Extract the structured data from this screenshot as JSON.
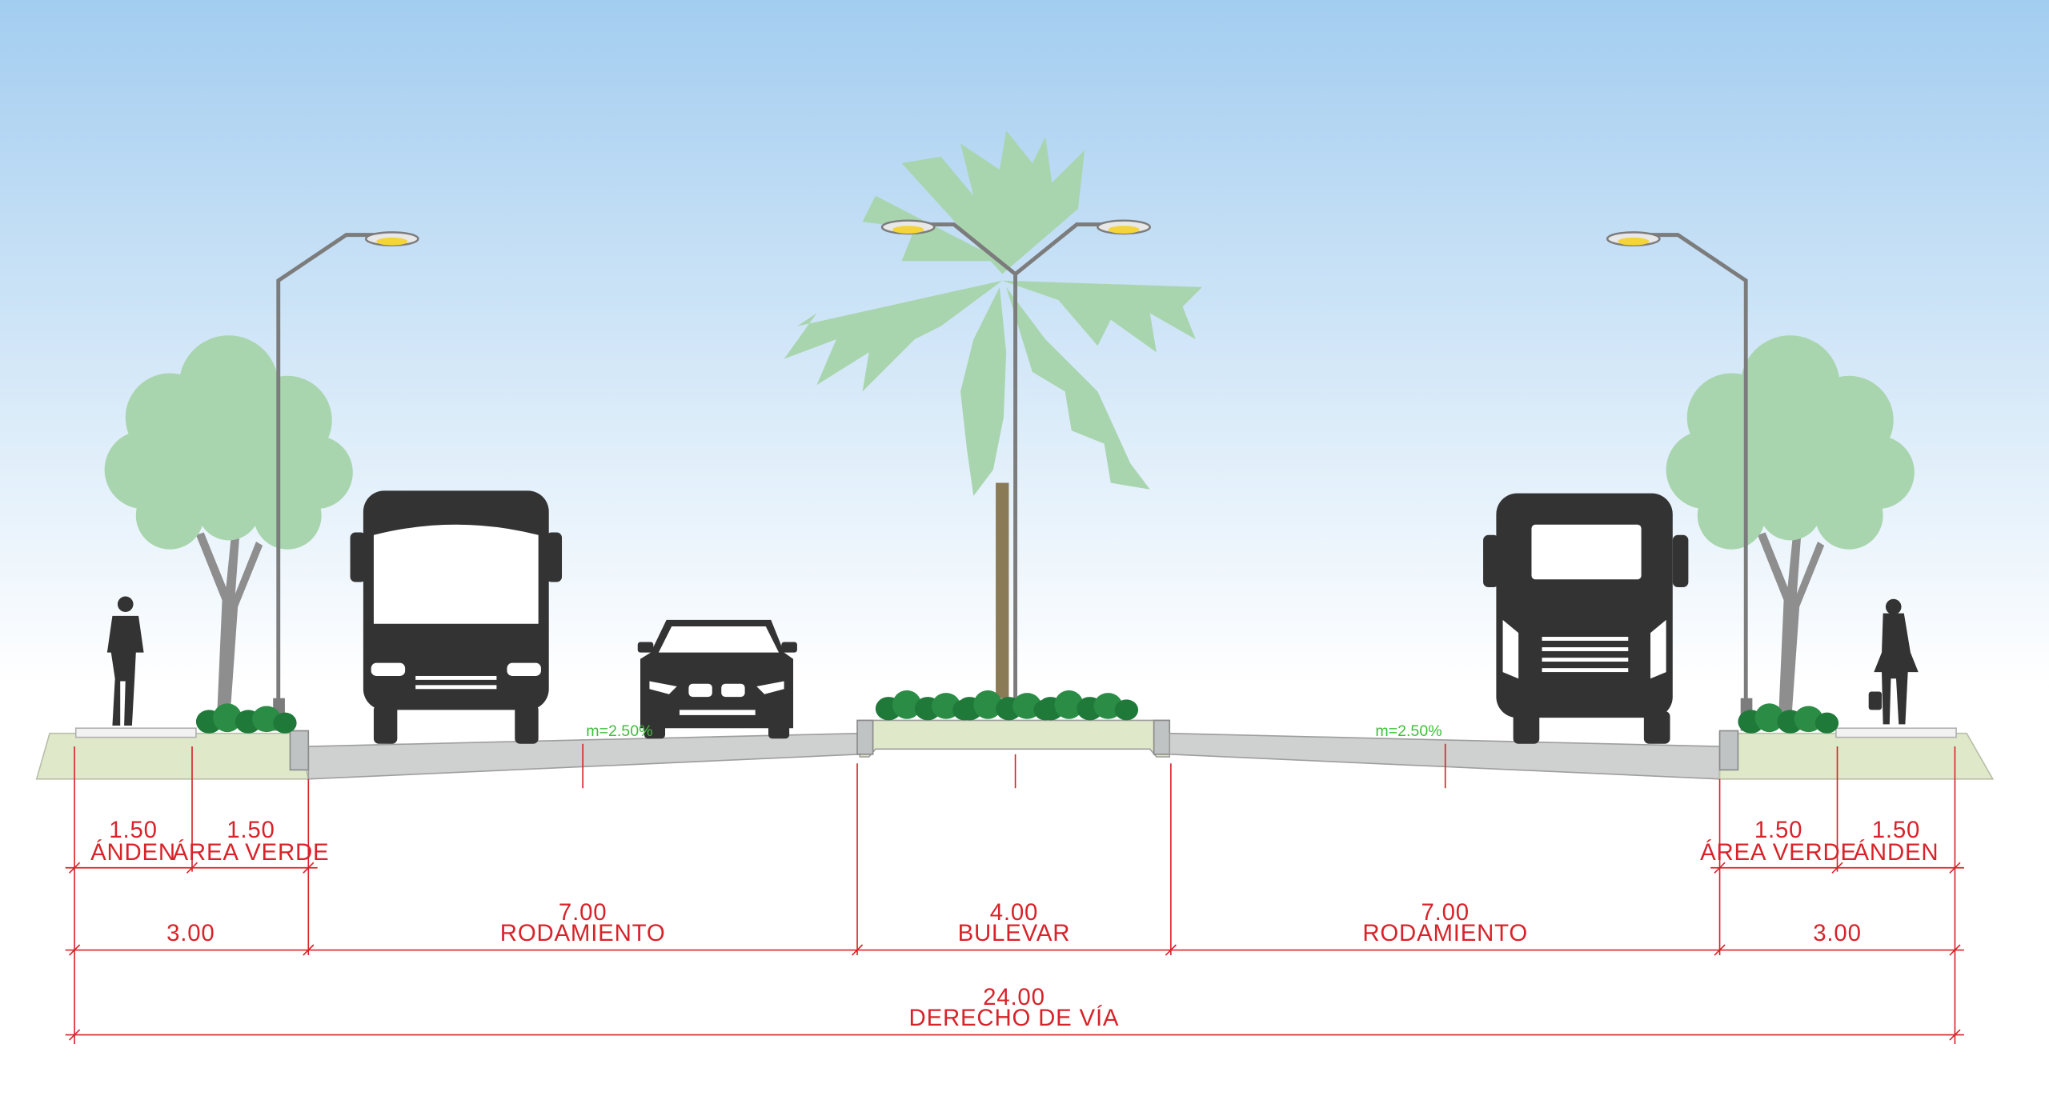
{
  "colors": {
    "sky_top": "#a3cdf0",
    "sky_bottom": "#ffffff",
    "vegetation": "#a8d5ae",
    "ground": "#dfe9c9",
    "asphalt": "#cfd0d0",
    "vehicle": "#333333",
    "dimension": "#d8232a",
    "slope": "#3fbf3a",
    "hedge": "#1f7a3a"
  },
  "slope_left": "m=2.50%",
  "slope_right": "m=2.50%",
  "dimensions": {
    "anden_left": {
      "value": "1.50",
      "label": "ÁNDEN"
    },
    "verde_left": {
      "value": "1.50",
      "label": "ÁREA VERDE"
    },
    "verde_right": {
      "value": "1.50",
      "label": "ÁREA VERDE"
    },
    "anden_right": {
      "value": "1.50",
      "label": "ÁNDEN"
    },
    "side_left": {
      "value": "3.00"
    },
    "rod_left": {
      "value": "7.00",
      "label": "RODAMIENTO"
    },
    "bulevar": {
      "value": "4.00",
      "label": "BULEVAR"
    },
    "rod_right": {
      "value": "7.00",
      "label": "RODAMIENTO"
    },
    "side_right": {
      "value": "3.00"
    },
    "total": {
      "value": "24.00",
      "label": "DERECHO DE VÍA"
    }
  }
}
